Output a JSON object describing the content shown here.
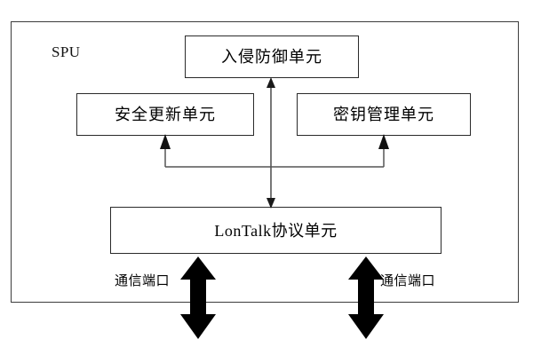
{
  "diagram": {
    "type": "block-diagram",
    "title_label": "SPU",
    "container": {
      "name": "SPU",
      "label": "SPU"
    },
    "blocks": [
      {
        "id": "intrusion-prevention-unit",
        "label": "入侵防御单元",
        "row": "top"
      },
      {
        "id": "security-update-unit",
        "label": "安全更新单元",
        "row": "middle-left"
      },
      {
        "id": "key-management-unit",
        "label": "密钥管理单元",
        "row": "middle-right"
      },
      {
        "id": "lontalk-protocol-unit",
        "label": "LonTalk协议单元",
        "row": "bottom"
      }
    ],
    "ports": [
      {
        "id": "comm-port-left",
        "label": "通信端口"
      },
      {
        "id": "comm-port-right",
        "label": "通信端口"
      }
    ],
    "connections": [
      {
        "from": "lontalk-protocol-unit",
        "to": "intrusion-prevention-unit",
        "style": "double-arrow-vertical"
      },
      {
        "from": "lontalk-protocol-unit",
        "to": "security-update-unit",
        "style": "bus-arrow-up"
      },
      {
        "from": "lontalk-protocol-unit",
        "to": "key-management-unit",
        "style": "bus-arrow-up"
      },
      {
        "from": "lontalk-protocol-unit",
        "to": "comm-port-left",
        "style": "thick-double-arrow"
      },
      {
        "from": "lontalk-protocol-unit",
        "to": "comm-port-right",
        "style": "thick-double-arrow"
      }
    ],
    "colors": {
      "background": "#ffffff",
      "box_border": "#2a2a2a",
      "frame_border": "#3c3c3c",
      "connector": "#444444",
      "thick_arrow": "#000000",
      "text": "#000000"
    }
  }
}
